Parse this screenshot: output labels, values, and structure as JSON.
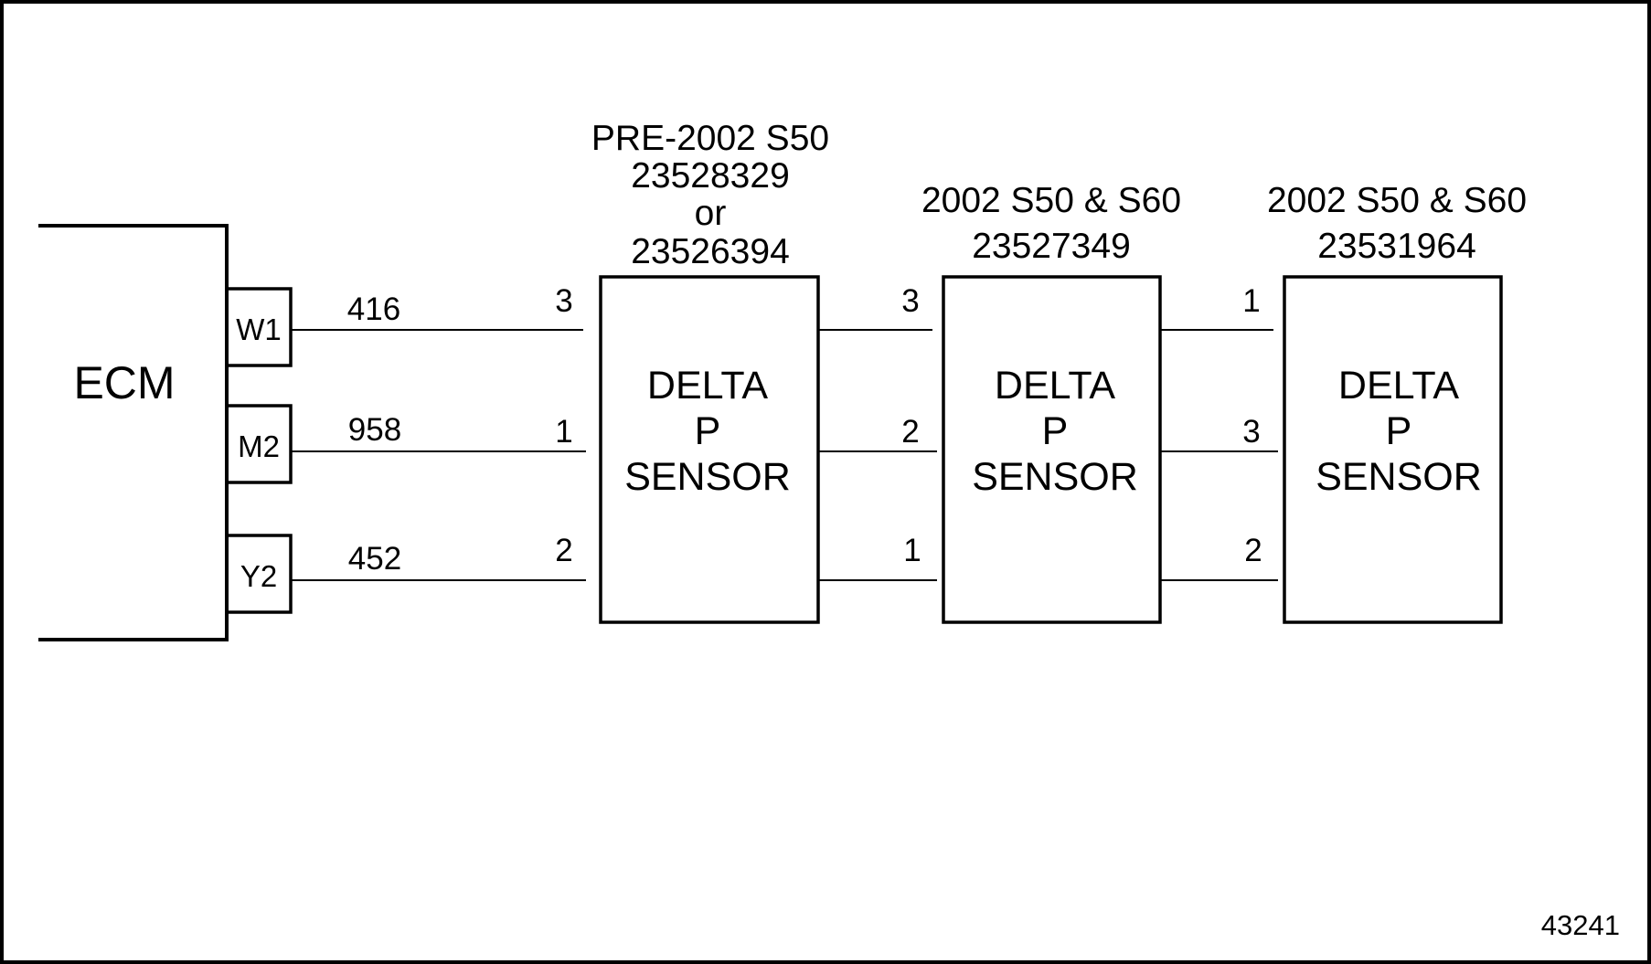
{
  "ecm": {
    "label": "ECM",
    "pins": [
      {
        "label": "W1",
        "wire": "416",
        "sensor_pins": [
          "3",
          "3",
          "1"
        ]
      },
      {
        "label": "M2",
        "wire": "958",
        "sensor_pins": [
          "1",
          "2",
          "3"
        ]
      },
      {
        "label": "Y2",
        "wire": "452",
        "sensor_pins": [
          "2",
          "1",
          "2"
        ]
      }
    ]
  },
  "sensors": [
    {
      "header": [
        "PRE-2002 S50",
        "23528329",
        "or",
        "23526394"
      ],
      "body": [
        "DELTA",
        "P",
        "SENSOR"
      ]
    },
    {
      "header": [
        "2002 S50 & S60",
        "23527349"
      ],
      "body": [
        "DELTA",
        "P",
        "SENSOR"
      ]
    },
    {
      "header": [
        "2002 S50 & S60",
        "23531964"
      ],
      "body": [
        "DELTA",
        "P",
        "SENSOR"
      ]
    }
  ],
  "figure_number": "43241"
}
